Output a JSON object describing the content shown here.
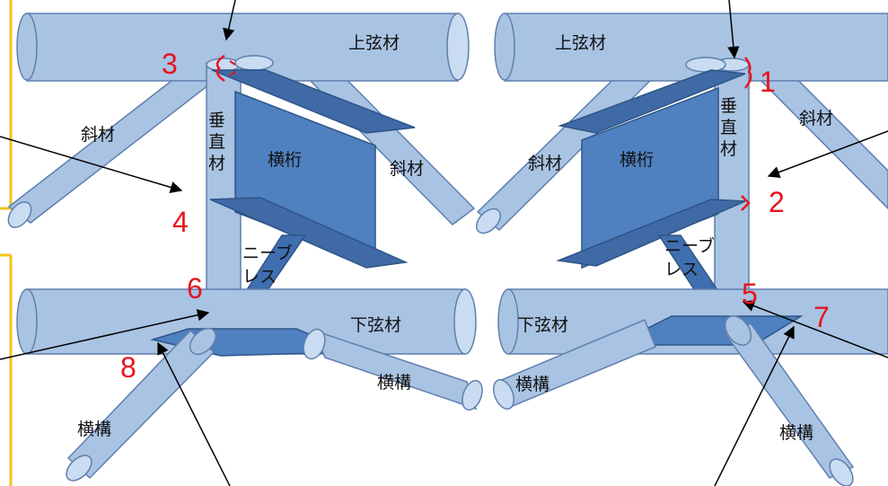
{
  "colors": {
    "member_fill": "#a9c3e3",
    "member_stroke": "#5f7fae",
    "member_end": "#c9dcf1",
    "girder_fill": "#4f80c0",
    "girder_dark": "#3f6aa6",
    "girder_stroke": "#2f5588",
    "gusset_fill": "#3f6fb0",
    "marker_red": "#e8141c",
    "frame_yellow": "#f2c21b",
    "arrow": "#000000"
  },
  "left_panel": {
    "upper_chord": "上弦材",
    "diagonal_left": "斜材",
    "diagonal_right": "斜材",
    "vertical_chars": [
      "垂",
      "直",
      "材"
    ],
    "floor_beam": "横桁",
    "knee_brace_line1": "ニーブ",
    "knee_brace_line2": "レス",
    "lower_chord": "下弦材",
    "lateral_right": "横構",
    "lateral_left": "横構",
    "markers": {
      "m3": "3",
      "m4": "4",
      "m6": "6",
      "m8": "8"
    }
  },
  "right_panel": {
    "upper_chord": "上弦材",
    "diagonal_left": "斜材",
    "diagonal_right": "斜材",
    "vertical_chars": [
      "垂",
      "直",
      "材"
    ],
    "floor_beam": "横桁",
    "knee_brace_line1": "ニーブ",
    "knee_brace_line2": "レス",
    "lower_chord": "下弦材",
    "lateral_left": "横構",
    "lateral_right": "横構",
    "markers": {
      "m1": "1",
      "m2": "2",
      "m5": "5",
      "m7": "7"
    }
  }
}
